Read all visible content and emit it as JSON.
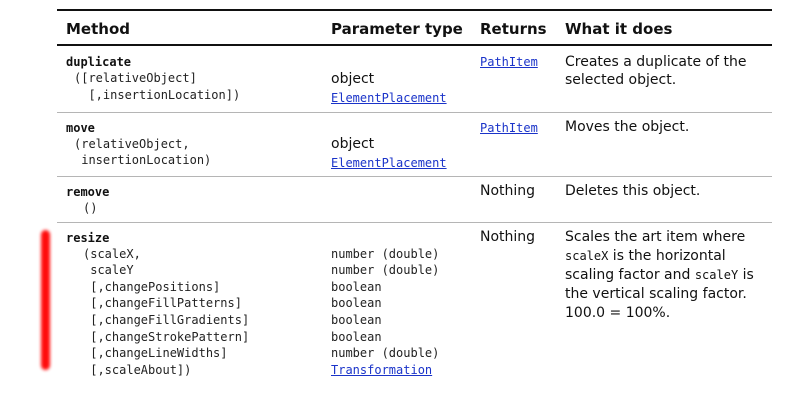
{
  "headers": {
    "method": "Method",
    "param_type": "Parameter type",
    "returns": "Returns",
    "what": "What it does"
  },
  "rows": [
    {
      "method": "duplicate",
      "params": [
        "([relativeObject]",
        "  [,insertionLocation])"
      ],
      "types": [
        {
          "text": "object",
          "style": "sans"
        },
        {
          "text": "ElementPlacement",
          "style": "link"
        }
      ],
      "returns": {
        "text": "PathItem",
        "style": "link"
      },
      "what": "Creates a duplicate of the selected object."
    },
    {
      "method": "move",
      "params": [
        "(relativeObject,",
        " insertionLocation)"
      ],
      "types": [
        {
          "text": "object",
          "style": "sans"
        },
        {
          "text": "ElementPlacement",
          "style": "link"
        }
      ],
      "returns": {
        "text": "PathItem",
        "style": "link"
      },
      "what": "Moves the object."
    },
    {
      "method": "remove",
      "params": [
        "()"
      ],
      "types": [],
      "returns": {
        "text": "Nothing",
        "style": "sans"
      },
      "what": "Deletes this object."
    },
    {
      "method": "resize",
      "params": [
        "(scaleX,",
        " scaleY",
        " [,changePositions]",
        " [,changeFillPatterns]",
        " [,changeFillGradients]",
        " [,changeStrokePattern]",
        " [,changeLineWidths]",
        " [,scaleAbout])"
      ],
      "types": [
        {
          "text": "number (double)",
          "style": "mono"
        },
        {
          "text": "number (double)",
          "style": "mono"
        },
        {
          "text": "boolean",
          "style": "mono"
        },
        {
          "text": "boolean",
          "style": "mono"
        },
        {
          "text": "boolean",
          "style": "mono"
        },
        {
          "text": "boolean",
          "style": "mono"
        },
        {
          "text": "number (double)",
          "style": "mono"
        },
        {
          "text": "Transformation",
          "style": "link"
        }
      ],
      "returns": {
        "text": "Nothing",
        "style": "sans"
      },
      "what_parts": {
        "a": "Scales the art item where ",
        "code1": "scaleX",
        "b": " is the horizontal scaling factor and ",
        "code2": "scaleY",
        "c": " is the vertical scaling factor. 100.0 = 100%."
      }
    }
  ],
  "colors": {
    "link": "#1a33c9",
    "highlight": "#ff0000",
    "rule": "#b5b5b5"
  }
}
